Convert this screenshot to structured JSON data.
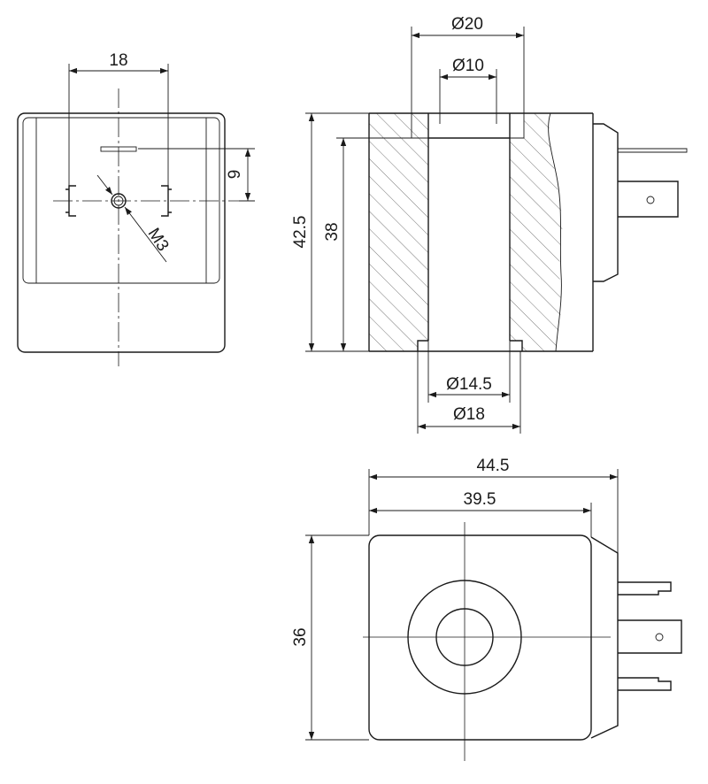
{
  "front_view": {
    "dim_width": "18",
    "dim_offset": "9",
    "dim_thread": "M3"
  },
  "section_view": {
    "dim_top_outer": "Ø20",
    "dim_top_inner": "Ø10",
    "dim_height_total": "42.5",
    "dim_height_inner": "38",
    "dim_bottom_inner": "Ø14.5",
    "dim_bottom_outer": "Ø18"
  },
  "top_view": {
    "dim_width_total": "44.5",
    "dim_width_body": "39.5",
    "dim_height": "36"
  }
}
